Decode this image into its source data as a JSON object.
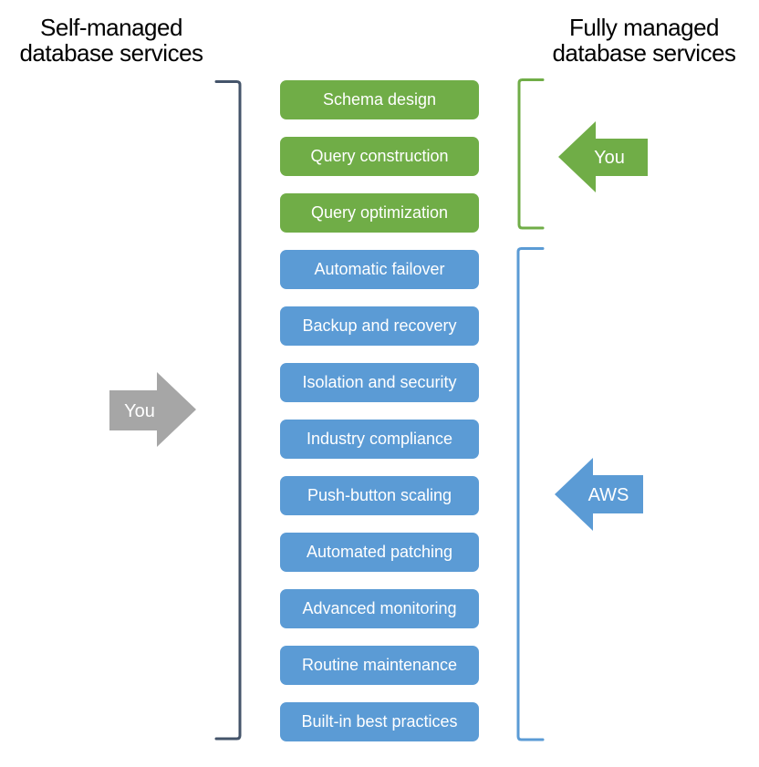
{
  "titles": {
    "left": {
      "line1": "Self-managed",
      "line2": "database services"
    },
    "right": {
      "line1": "Fully managed",
      "line2": "database services"
    }
  },
  "boxes": {
    "you_items": [
      "Schema design",
      "Query construction",
      "Query optimization"
    ],
    "aws_items": [
      "Automatic failover",
      "Backup and recovery",
      "Isolation and security",
      "Industry compliance",
      "Push-button scaling",
      "Automated patching",
      "Advanced monitoring",
      "Routine maintenance",
      "Built-in best practices"
    ]
  },
  "arrows": {
    "left_you_label": "You",
    "right_you_label": "You",
    "right_aws_label": "AWS"
  },
  "colors": {
    "green": "#70AD47",
    "blue": "#5B9BD5",
    "gray": "#A6A6A6",
    "bracket_dark": "#44546A",
    "title_text": "#000000",
    "box_text": "#FFFFFF"
  }
}
